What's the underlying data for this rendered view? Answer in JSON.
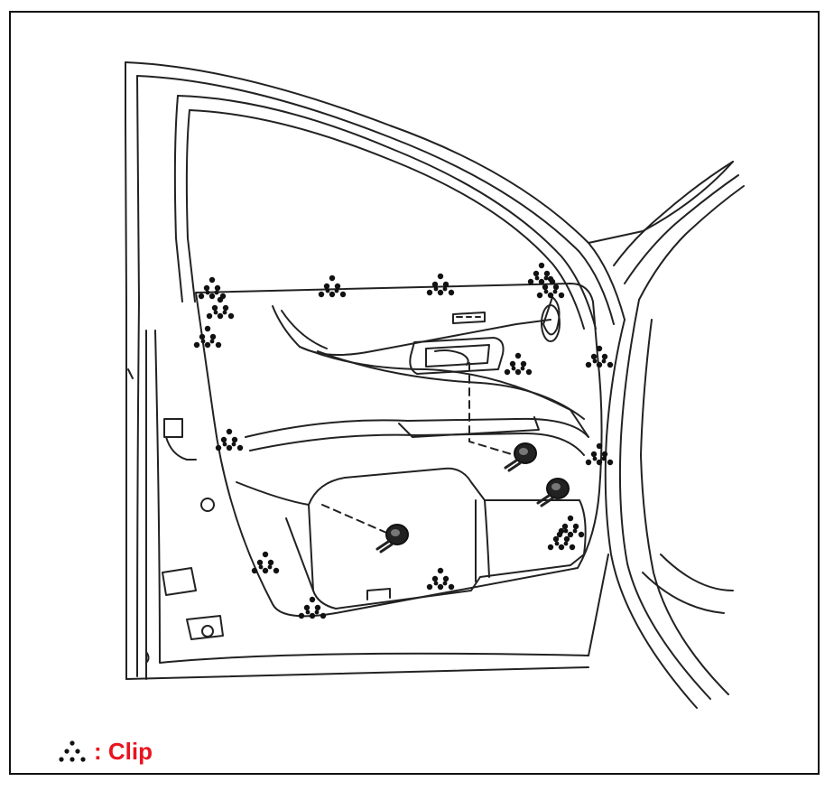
{
  "legend": {
    "label": ": Clip",
    "label_color": "#e8141e",
    "icon": "clip-triangle-icon"
  },
  "colors": {
    "line": "#222222",
    "frame": "#111111",
    "background": "#ffffff"
  },
  "clip_count": 16,
  "bolt_count": 3
}
